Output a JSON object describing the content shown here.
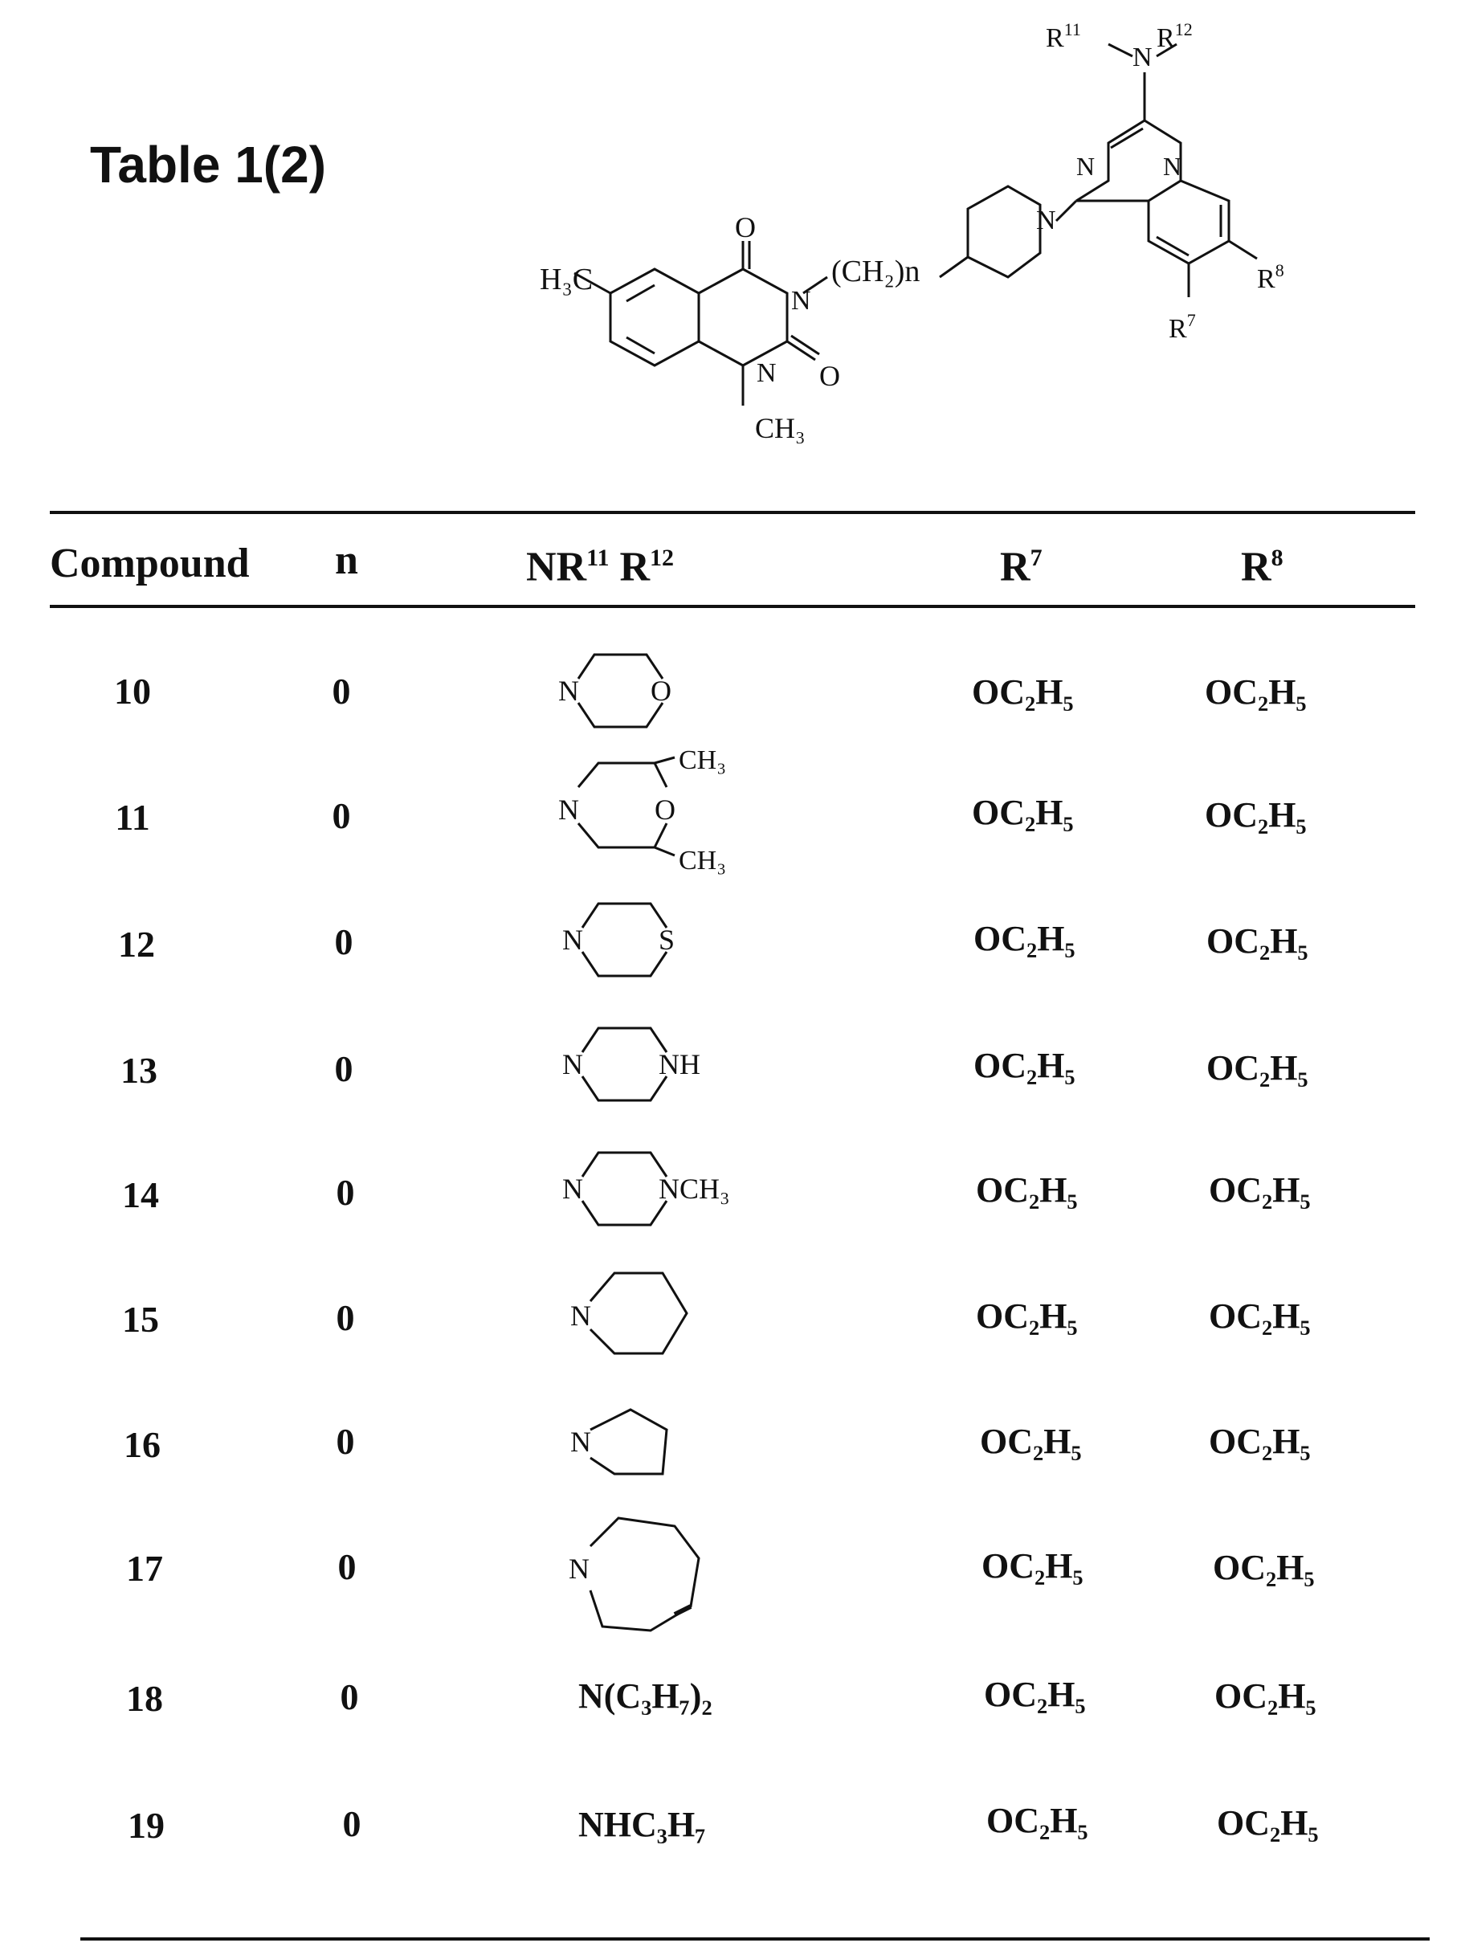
{
  "title": "Table 1(2)",
  "scaffold": {
    "labels": {
      "r11": "R",
      "r11_sup": "11",
      "r12": "R",
      "r12_sup": "12",
      "n": "N",
      "r7": "R",
      "r7_sup": "7",
      "r8": "R",
      "r8_sup": "8",
      "h3c": "H₃C",
      "o": "O",
      "ch2n": "(CH₂)n",
      "ch3": "CH₃"
    }
  },
  "table": {
    "headers": {
      "compound": "Compound",
      "n": "n",
      "nr_pre": "NR",
      "nr_sup1": "11",
      "nr_mid": "R",
      "nr_sup2": "12",
      "r7": "R",
      "r7_sup": "7",
      "r8": "R",
      "r8_sup": "8"
    },
    "rows": [
      {
        "compound": "10",
        "n": "0",
        "amine": "morpholine",
        "r7": "OC₂H₅",
        "r8": "OC₂H₅"
      },
      {
        "compound": "11",
        "n": "0",
        "amine": "2,6-dimethylmorpholine",
        "r7": "OC₂H₅",
        "r8": "OC₂H₅"
      },
      {
        "compound": "12",
        "n": "0",
        "amine": "thiomorpholine",
        "r7": "OC₂H₅",
        "r8": "OC₂H₅"
      },
      {
        "compound": "13",
        "n": "0",
        "amine": "piperazine",
        "r7": "OC₂H₅",
        "r8": "OC₂H₅"
      },
      {
        "compound": "14",
        "n": "0",
        "amine": "N-methylpiperazine",
        "r7": "OC₂H₅",
        "r8": "OC₂H₅"
      },
      {
        "compound": "15",
        "n": "0",
        "amine": "piperidine",
        "r7": "OC₂H₅",
        "r8": "OC₂H₅"
      },
      {
        "compound": "16",
        "n": "0",
        "amine": "pyrrolidine",
        "r7": "OC₂H₅",
        "r8": "OC₂H₅"
      },
      {
        "compound": "17",
        "n": "0",
        "amine": "azepane",
        "r7": "OC₂H₅",
        "r8": "OC₂H₅"
      },
      {
        "compound": "18",
        "n": "0",
        "amine_text": "N(C₃H₇)₂",
        "r7": "OC₂H₅",
        "r8": "OC₂H₅"
      },
      {
        "compound": "19",
        "n": "0",
        "amine_text": "NHC₃H₇",
        "r7": "OC₂H₅",
        "r8": "OC₂H₅"
      }
    ],
    "ring_labels": {
      "n": "N",
      "o": "O",
      "s": "S",
      "nh": "NH",
      "nch3": "NCH₃",
      "ch3": "CH₃"
    }
  }
}
